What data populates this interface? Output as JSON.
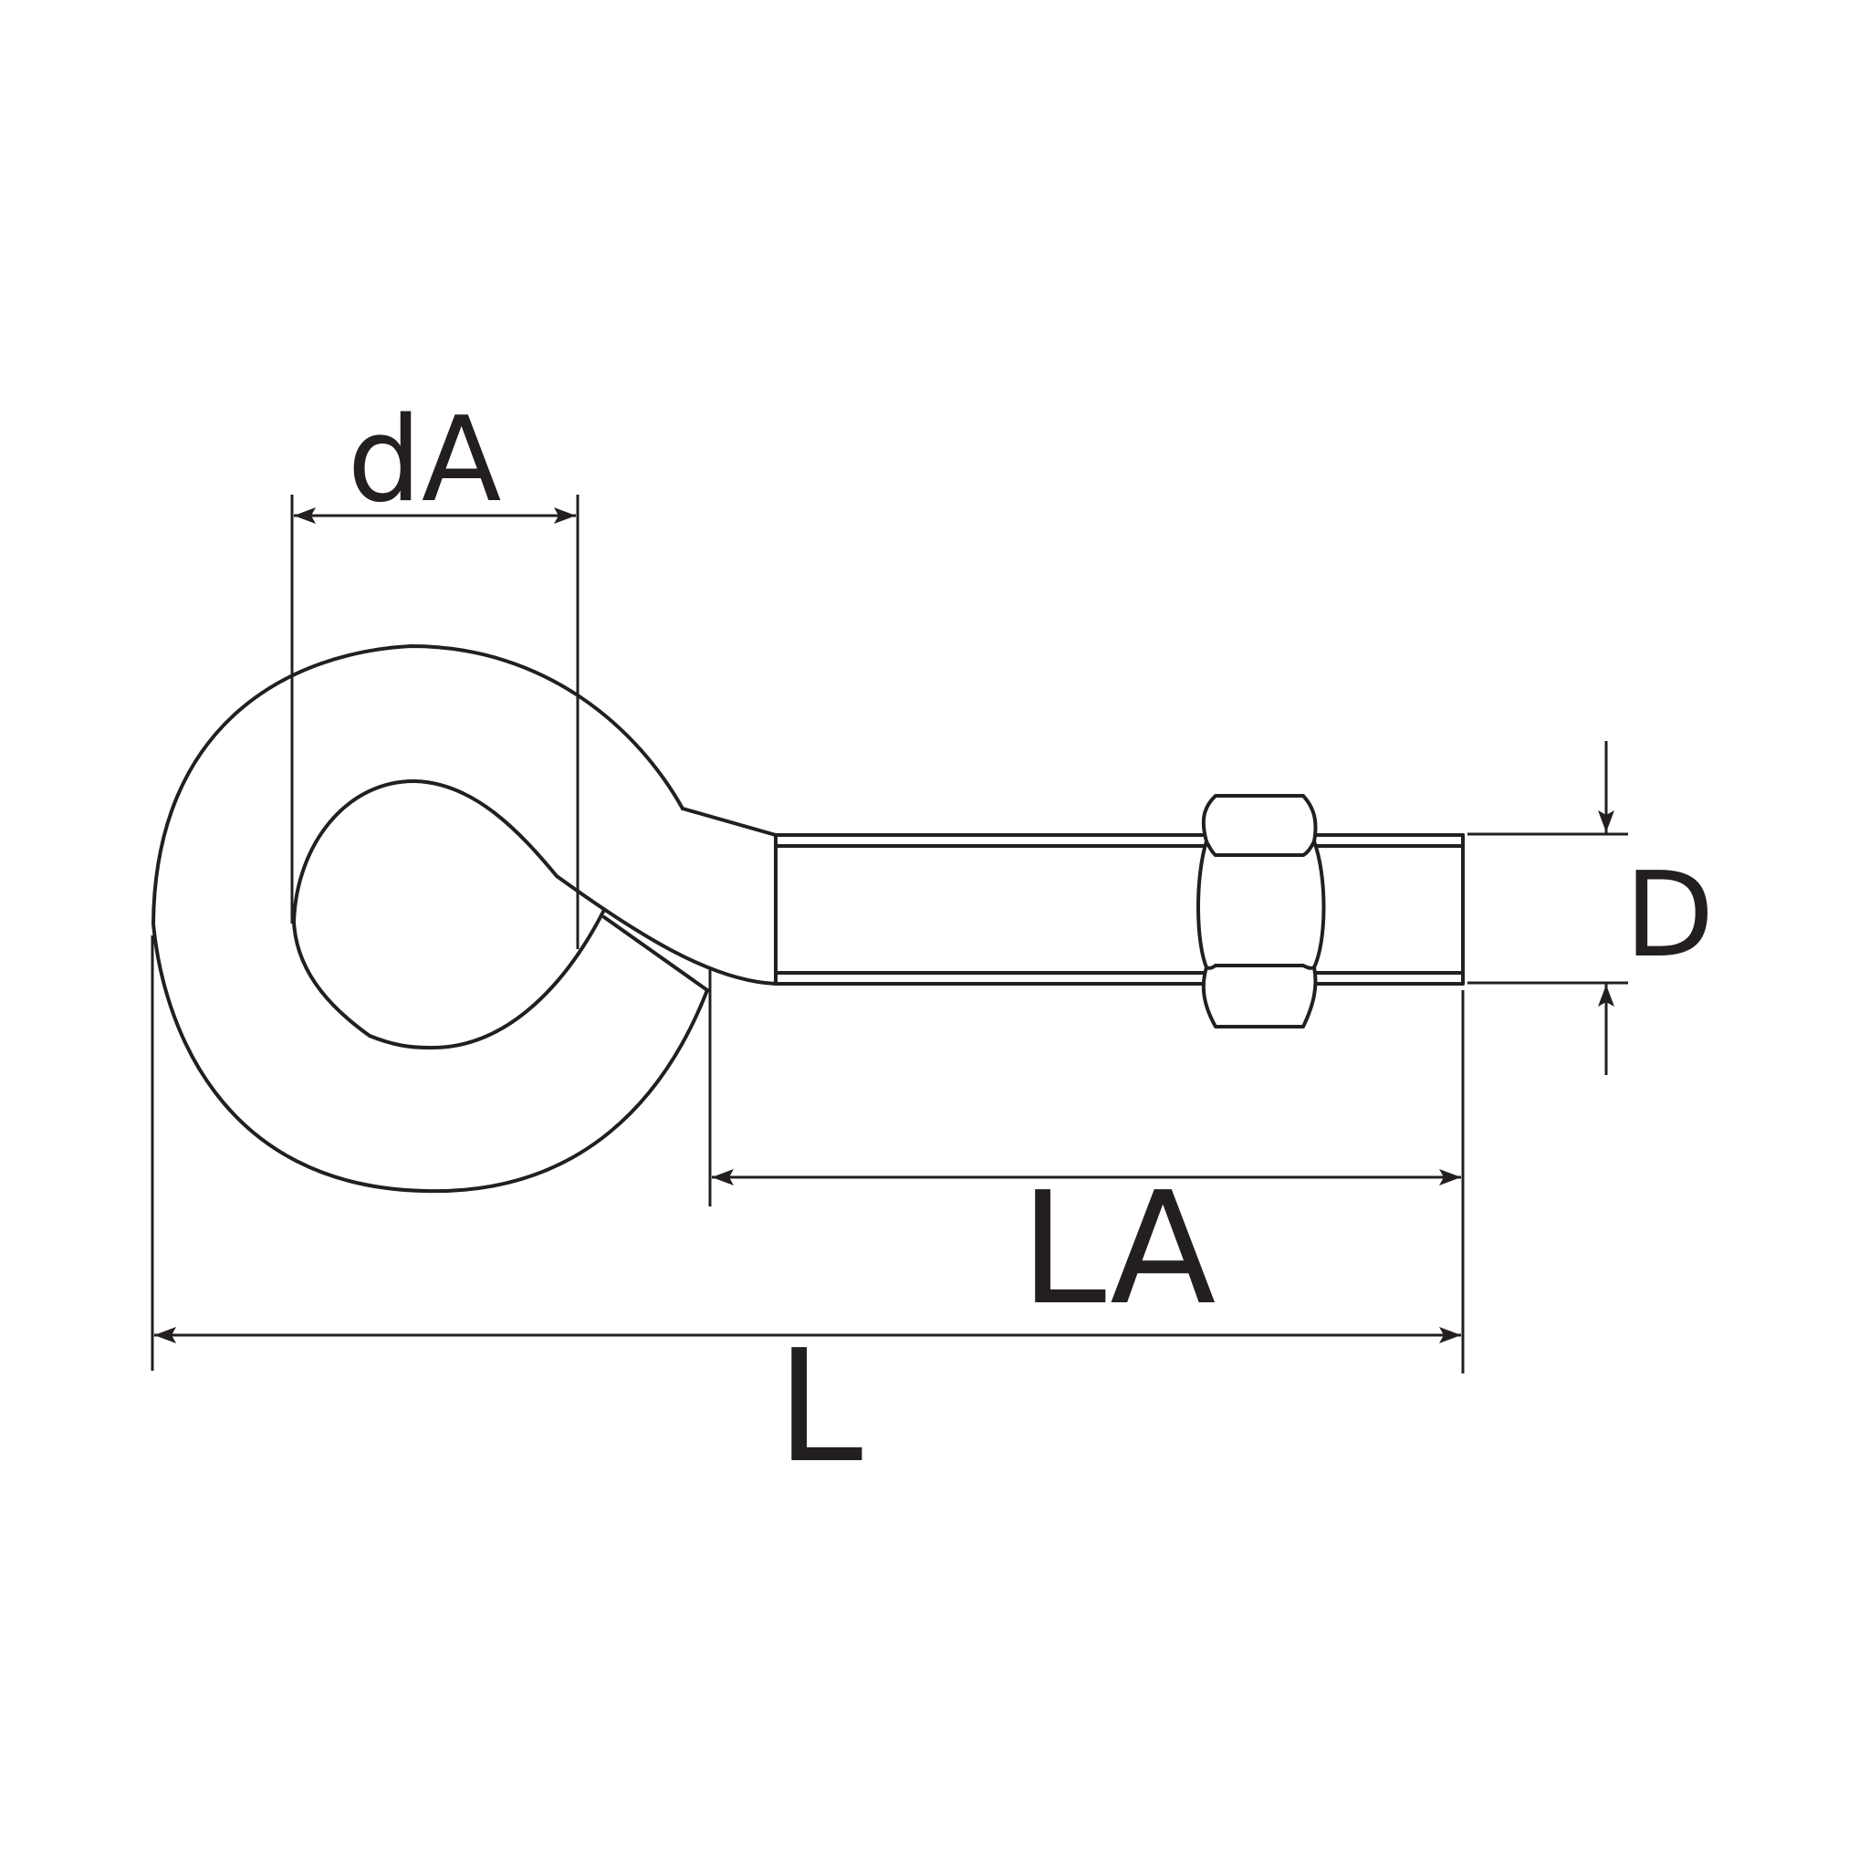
{
  "diagram": {
    "subject": "eye-bolt",
    "labels": {
      "eye_inner_diameter": "dA",
      "threaded_length": "LA",
      "overall_length": "L",
      "thread_diameter": "D"
    },
    "colors": {
      "line": "#231f20",
      "background": "#ffffff"
    }
  }
}
